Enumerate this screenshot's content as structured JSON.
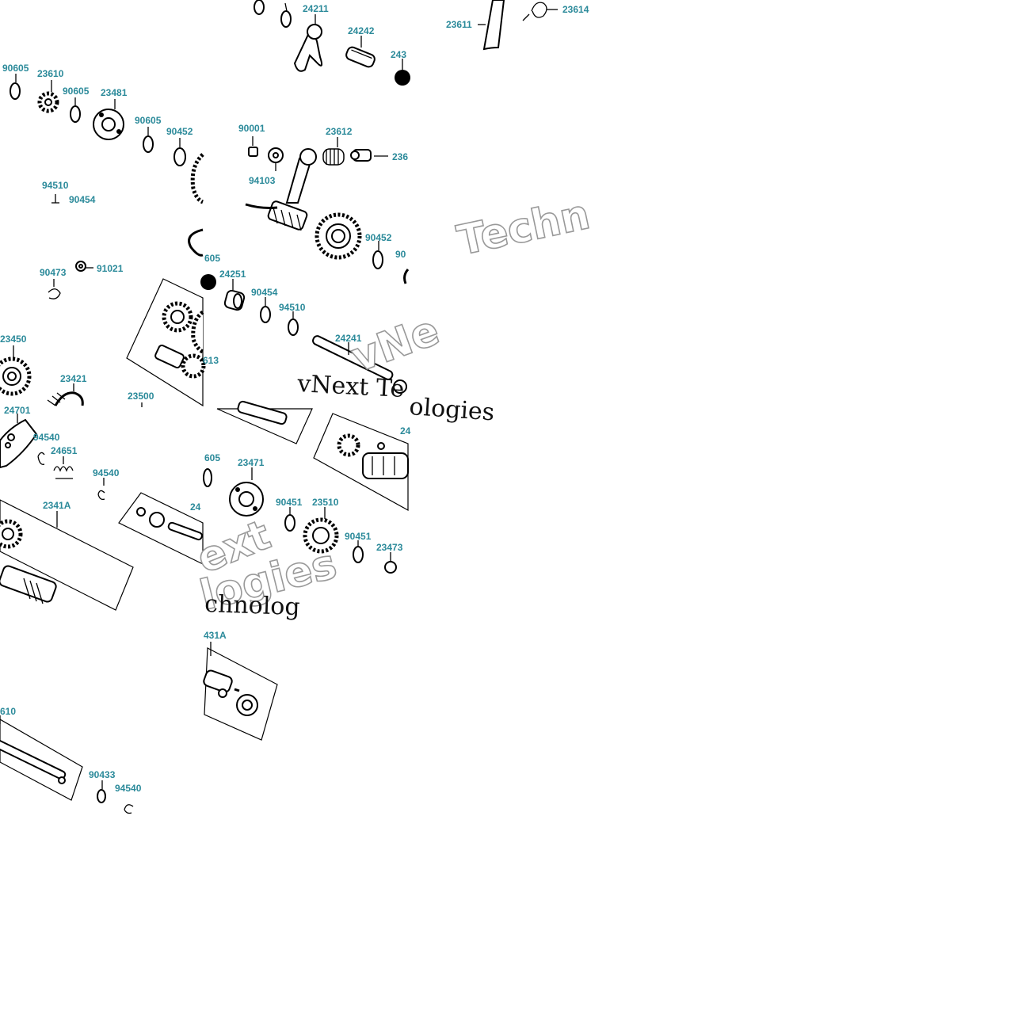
{
  "labels": {
    "l24211": "24211",
    "l24242": "24242",
    "l243_cut": "243",
    "l23611": "23611",
    "l23614": "23614",
    "l90605_a": "90605",
    "l23610_a": "23610",
    "l90605_b": "90605",
    "l23481": "23481",
    "l90605_c": "90605",
    "l90452_a": "90452",
    "l90001": "90001",
    "l23612": "23612",
    "l236_cut": "236",
    "l94103": "94103",
    "l94510_a": "94510",
    "l90454_a": "90454",
    "l90473": "90473",
    "l91021": "91021",
    "l605_a": "605",
    "l24251": "24251",
    "l90454_b": "90454",
    "l94510_b": "94510",
    "l90452_b": "90452",
    "l90_cut": "90",
    "l24241": "24241",
    "l23450": "23450",
    "l23421": "23421",
    "l23500": "23500",
    "l613_cut": "613",
    "l24701": "24701",
    "l94540_a": "94540",
    "l24651": "24651",
    "l94540_b": "94540",
    "l2341A": "2341A",
    "l24_cut_a": "24",
    "l24_cut_b": "24",
    "l605_b": "605",
    "l23471": "23471",
    "l90451_a": "90451",
    "l23510": "23510",
    "l90451_b": "90451",
    "l23473": "23473",
    "l431A": "431A",
    "l610_cut": "610",
    "l90433": "90433",
    "l94540_c": "94540"
  },
  "watermarks": {
    "w1": "Techn",
    "w2": "vNext Te",
    "w3": "ologies",
    "w4": "ext",
    "w5": "logies",
    "w6": "chnolog",
    "w7": "vNe"
  }
}
